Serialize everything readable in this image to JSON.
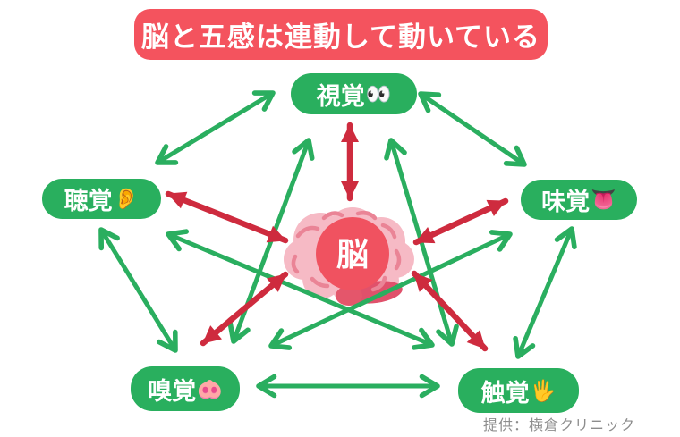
{
  "title": "脳と五感は連動して動いている",
  "credit": "提供：横倉クリニック",
  "brain": {
    "label": "脳"
  },
  "nodes": [
    {
      "id": "sight",
      "label": "視覚",
      "emoji": "👀",
      "icon": "eyes-icon"
    },
    {
      "id": "hearing",
      "label": "聴覚",
      "emoji": "👂",
      "icon": "ear-icon"
    },
    {
      "id": "taste",
      "label": "味覚",
      "emoji": "👅",
      "icon": "tongue-icon"
    },
    {
      "id": "smell",
      "label": "嗅覚",
      "emoji": "🐽",
      "icon": "pig-nose-icon"
    },
    {
      "id": "touch",
      "label": "触覚",
      "emoji": "🖐",
      "icon": "raised-hand-icon"
    }
  ],
  "edges": {
    "green_sense_links_bidirectional": [
      [
        "視覚",
        "聴覚"
      ],
      [
        "視覚",
        "味覚"
      ],
      [
        "視覚",
        "嗅覚"
      ],
      [
        "視覚",
        "触覚"
      ],
      [
        "聴覚",
        "嗅覚"
      ],
      [
        "聴覚",
        "触覚"
      ],
      [
        "味覚",
        "嗅覚"
      ],
      [
        "味覚",
        "触覚"
      ],
      [
        "嗅覚",
        "触覚"
      ]
    ],
    "red_brain_links_bidirectional": [
      [
        "脳",
        "視覚"
      ],
      [
        "脳",
        "聴覚"
      ],
      [
        "脳",
        "味覚"
      ],
      [
        "脳",
        "嗅覚"
      ],
      [
        "脳",
        "触覚"
      ]
    ]
  },
  "colors": {
    "title_background": "#f4535e",
    "node_green": "#29af5e",
    "arrow_green": "#2aae5f",
    "arrow_red": "#ce2b3e",
    "brain_pink": "#f6bac5",
    "brain_squiggle": "#ea8496",
    "brain_core_red": "#f05260",
    "cerebellum_red": "#e0516b",
    "credit_gray": "#8d8d8d"
  }
}
